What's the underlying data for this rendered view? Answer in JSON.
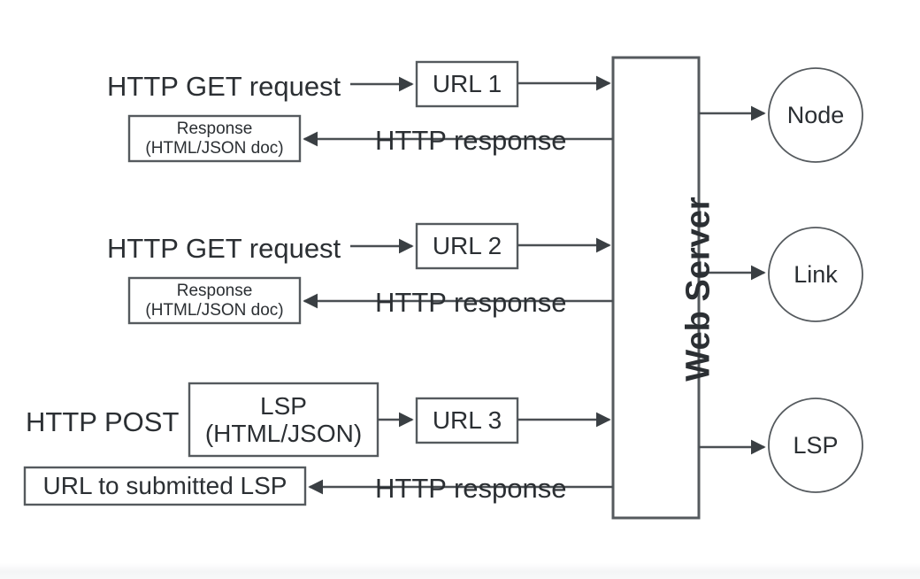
{
  "diagram": {
    "title": "Web Server HTTP request/response flow",
    "colors": {
      "stroke": "#555a5e",
      "text": "#2b2f33",
      "background": "#ffffff",
      "arrow": "#4a4f53"
    },
    "server": {
      "label": "Web Server"
    },
    "flows": [
      {
        "id": "flow-1",
        "request_label": "HTTP GET request",
        "url_box": "URL 1",
        "response_label": "HTTP response",
        "response_box_line1": "Response",
        "response_box_line2": "(HTML/JSON doc)"
      },
      {
        "id": "flow-2",
        "request_label": "HTTP GET request",
        "url_box": "URL 2",
        "response_label": "HTTP response",
        "response_box_line1": "Response",
        "response_box_line2": "(HTML/JSON doc)"
      },
      {
        "id": "flow-3",
        "request_label": "HTTP POST",
        "payload_box_line1": "LSP",
        "payload_box_line2": "(HTML/JSON)",
        "url_box": "URL 3",
        "response_label": "HTTP response",
        "response_box": "URL to submitted LSP"
      }
    ],
    "resources": [
      {
        "id": "resource-node",
        "label": "Node"
      },
      {
        "id": "resource-link",
        "label": "Link"
      },
      {
        "id": "resource-lsp",
        "label": "LSP"
      }
    ]
  }
}
